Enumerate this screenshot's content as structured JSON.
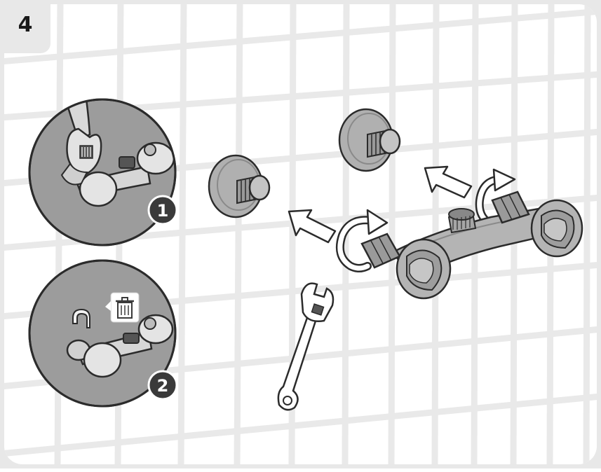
{
  "step": {
    "number": "4"
  },
  "detail_callouts": [
    {
      "number": "1",
      "icon": "wrench-on-nut-icon"
    },
    {
      "number": "2",
      "icon": "trash-icon",
      "removed_part": "clip-icon"
    }
  ],
  "colors": {
    "frame": "#e8e8e8",
    "tile": "#ffffff",
    "grout": "#e9e9e9",
    "part": "#b4b4b4",
    "part_dark": "#8f8f8f",
    "outline": "#2b2b2b",
    "badge": "#3a3a3a"
  },
  "icons": [
    "step-number-badge",
    "eccentric-connector-icon",
    "arrow-icon",
    "rotate-arrow-icon",
    "wrench-icon",
    "faucet-icon"
  ]
}
